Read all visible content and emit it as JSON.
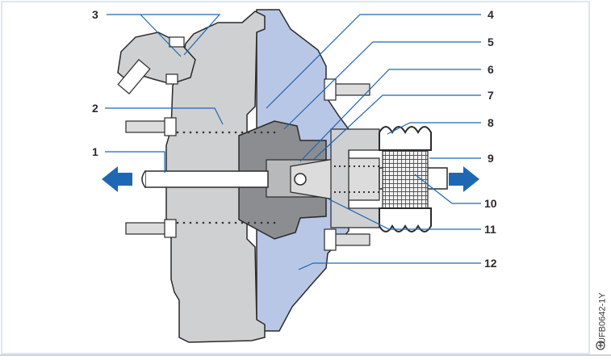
{
  "figure": {
    "frame_color": "#dfe6f0",
    "housing_color": "#cfd0d2",
    "front_chamber_color": "#b9c7e6",
    "inner_gray": "#8c8d90",
    "arrow_color": "#1e67b4",
    "leader_color": "#1e67b4",
    "labels": {
      "l1": "1",
      "l2": "2",
      "l3": "3",
      "l4": "4",
      "l5": "5",
      "l6": "6",
      "l7": "7",
      "l8": "8",
      "l9": "9",
      "l10": "10",
      "l11": "11",
      "l12": "12"
    },
    "code": "UFB0642-1Y",
    "icon": "circled-plus-icon"
  }
}
